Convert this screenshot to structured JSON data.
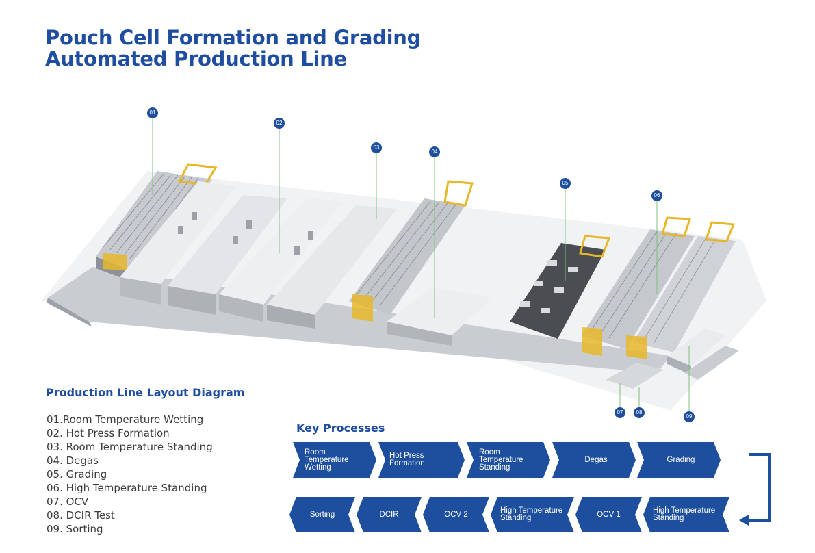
{
  "title": {
    "line1": "Pouch Cell Formation and Grading",
    "line2": "Automated Production Line"
  },
  "callouts": [
    "01",
    "02",
    "03",
    "04",
    "05",
    "06",
    "07",
    "08",
    "09"
  ],
  "legend": {
    "title": "Production Line Layout Diagram",
    "items": [
      "01.Room Temperature Wetting",
      "02. Hot Press Formation",
      "03. Room Temperature Standing",
      "04. Degas",
      "05. Grading",
      "06. High Temperature Standing",
      "07. OCV",
      "08. DCIR Test",
      "09. Sorting"
    ]
  },
  "key_processes": {
    "title": "Key Processes",
    "row1": [
      "Room Temperature Wetting",
      "Hot Press Formation",
      "Room Temperature Standing",
      "Degas",
      "Grading"
    ],
    "row2": [
      "Sorting",
      "DCIR",
      "OCV 2",
      "High Temperature Standing",
      "OCV 1",
      "High Temperature Standing"
    ]
  },
  "colors": {
    "brand_blue": "#1f4ea1",
    "chevron_blue": "#1d4f9e",
    "frame_yellow": "#e7b72a"
  }
}
